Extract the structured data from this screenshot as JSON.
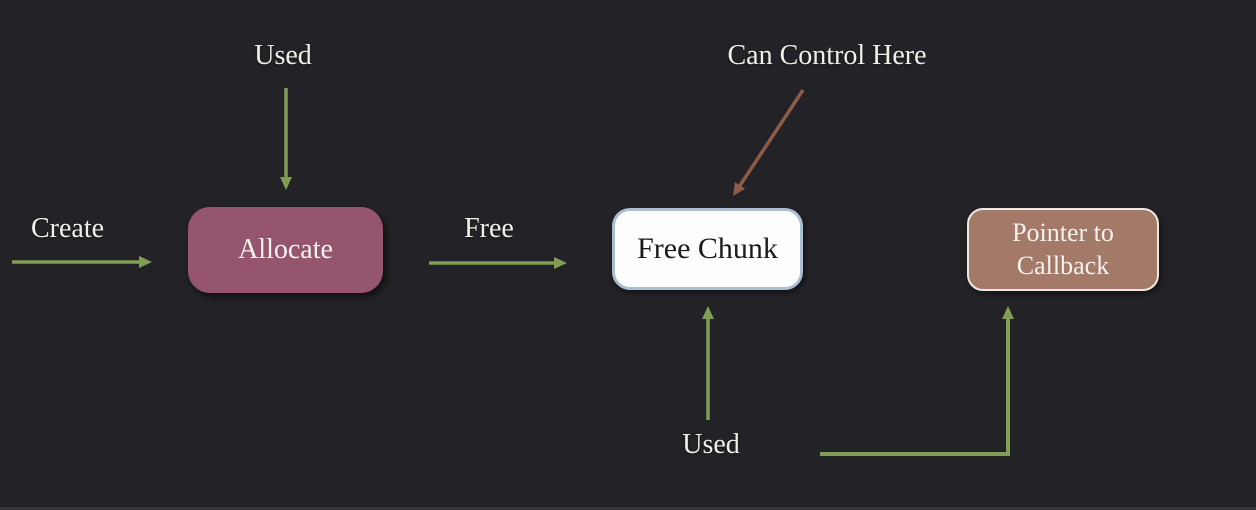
{
  "diagram": {
    "background_color": "#232226",
    "nodes": [
      {
        "id": "allocate",
        "label": "Allocate",
        "fill_color": "#96556e",
        "text_color": "#f5f2ee"
      },
      {
        "id": "free-chunk",
        "label": "Free Chunk",
        "fill_color": "#fdfdfd",
        "border_color": "#a9bed2",
        "text_color": "#1a1a1a"
      },
      {
        "id": "pointer-to-callback",
        "label": "Pointer to Callback",
        "fill_color": "#a37968",
        "border_color": "#ece8e2",
        "text_color": "#f5f2ee"
      }
    ],
    "labels": {
      "used_top": "Used",
      "create": "Create",
      "free": "Free",
      "can_control_here": "Can Control Here",
      "used_bottom": "Used"
    },
    "arrows": [
      {
        "id": "used-top-arrow",
        "color": "#809c55",
        "direction": "down",
        "points_to": "allocate"
      },
      {
        "id": "create-arrow",
        "color": "#809c55",
        "direction": "right",
        "points_to": "allocate"
      },
      {
        "id": "free-arrow",
        "color": "#809c55",
        "direction": "right",
        "points_to": "free-chunk"
      },
      {
        "id": "can-control-arrow",
        "color": "#8e5c46",
        "direction": "down-left",
        "points_to": "free-chunk"
      },
      {
        "id": "used-bottom-arrow",
        "color": "#809c55",
        "direction": "up",
        "points_to": "free-chunk"
      },
      {
        "id": "elbow-arrow",
        "color": "#809c55",
        "direction": "right-then-up",
        "points_to": "pointer-to-callback"
      }
    ]
  }
}
